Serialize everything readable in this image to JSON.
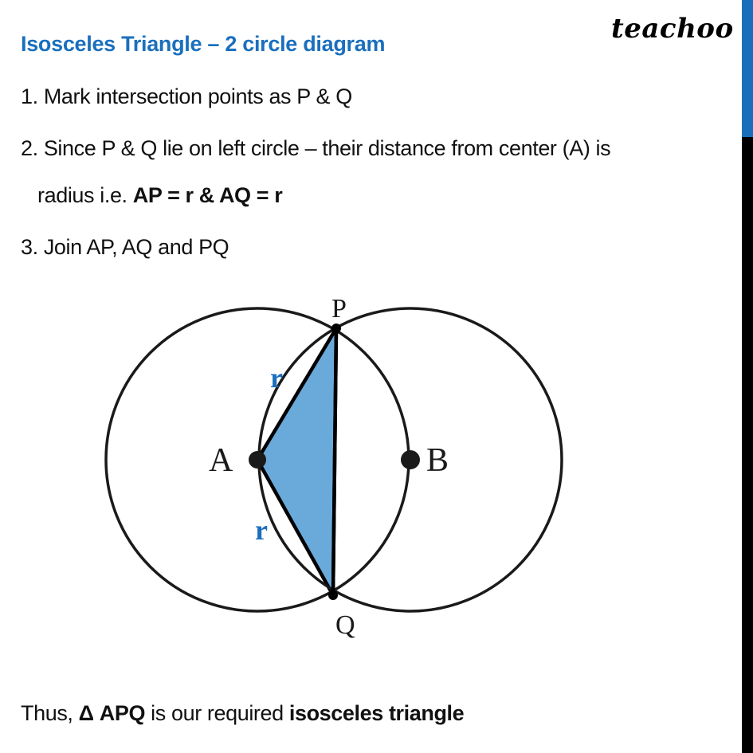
{
  "header": {
    "title": "Isosceles Triangle – 2 circle diagram",
    "logo": "teachoo"
  },
  "steps": [
    {
      "text": "1. Mark intersection points as P & Q"
    },
    {
      "text_pre": "2. Since P & Q lie on left circle – their distance from center (A) is",
      "text_cont": "radius i.e. ",
      "text_bold": "AP = r & AQ = r"
    },
    {
      "text": "3. Join AP, AQ and PQ"
    }
  ],
  "diagram": {
    "points": {
      "A": "A",
      "B": "B",
      "P": "P",
      "Q": "Q"
    },
    "side_labels": {
      "AP": "r",
      "AQ": "r"
    },
    "colors": {
      "fill": "#6aaadb",
      "label": "#1a6fbd",
      "stroke": "#1a1a1a"
    }
  },
  "conclusion": {
    "pre": "Thus, ",
    "bold1": "Δ APQ",
    "mid": " is our required ",
    "bold2": "isosceles triangle"
  },
  "colors": {
    "accent": "#1a6fbd",
    "sidebar_bottom": "#000000"
  }
}
